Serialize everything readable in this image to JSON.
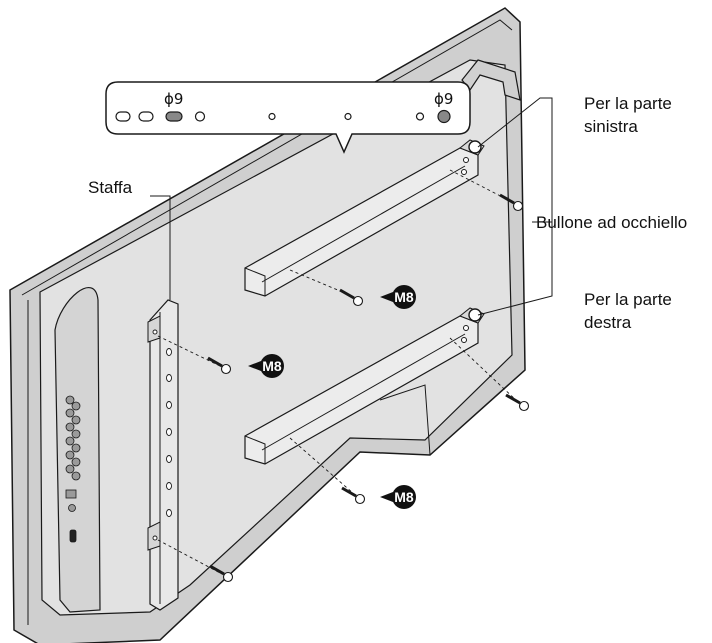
{
  "labels": {
    "left_part": [
      "Per la parte",
      "sinistra"
    ],
    "right_part": [
      "Per la parte",
      "destra"
    ],
    "bracket": "Staffa",
    "eye_bolt": "Bullone ad occhiello",
    "bolt_size": "M8",
    "hole_left": "ϕ9",
    "hole_right": "ϕ9"
  },
  "colors": {
    "panel": "#dcdcdc",
    "frame": "#c9c9c9",
    "line": "#1a1a1a",
    "badge": "#111111"
  }
}
